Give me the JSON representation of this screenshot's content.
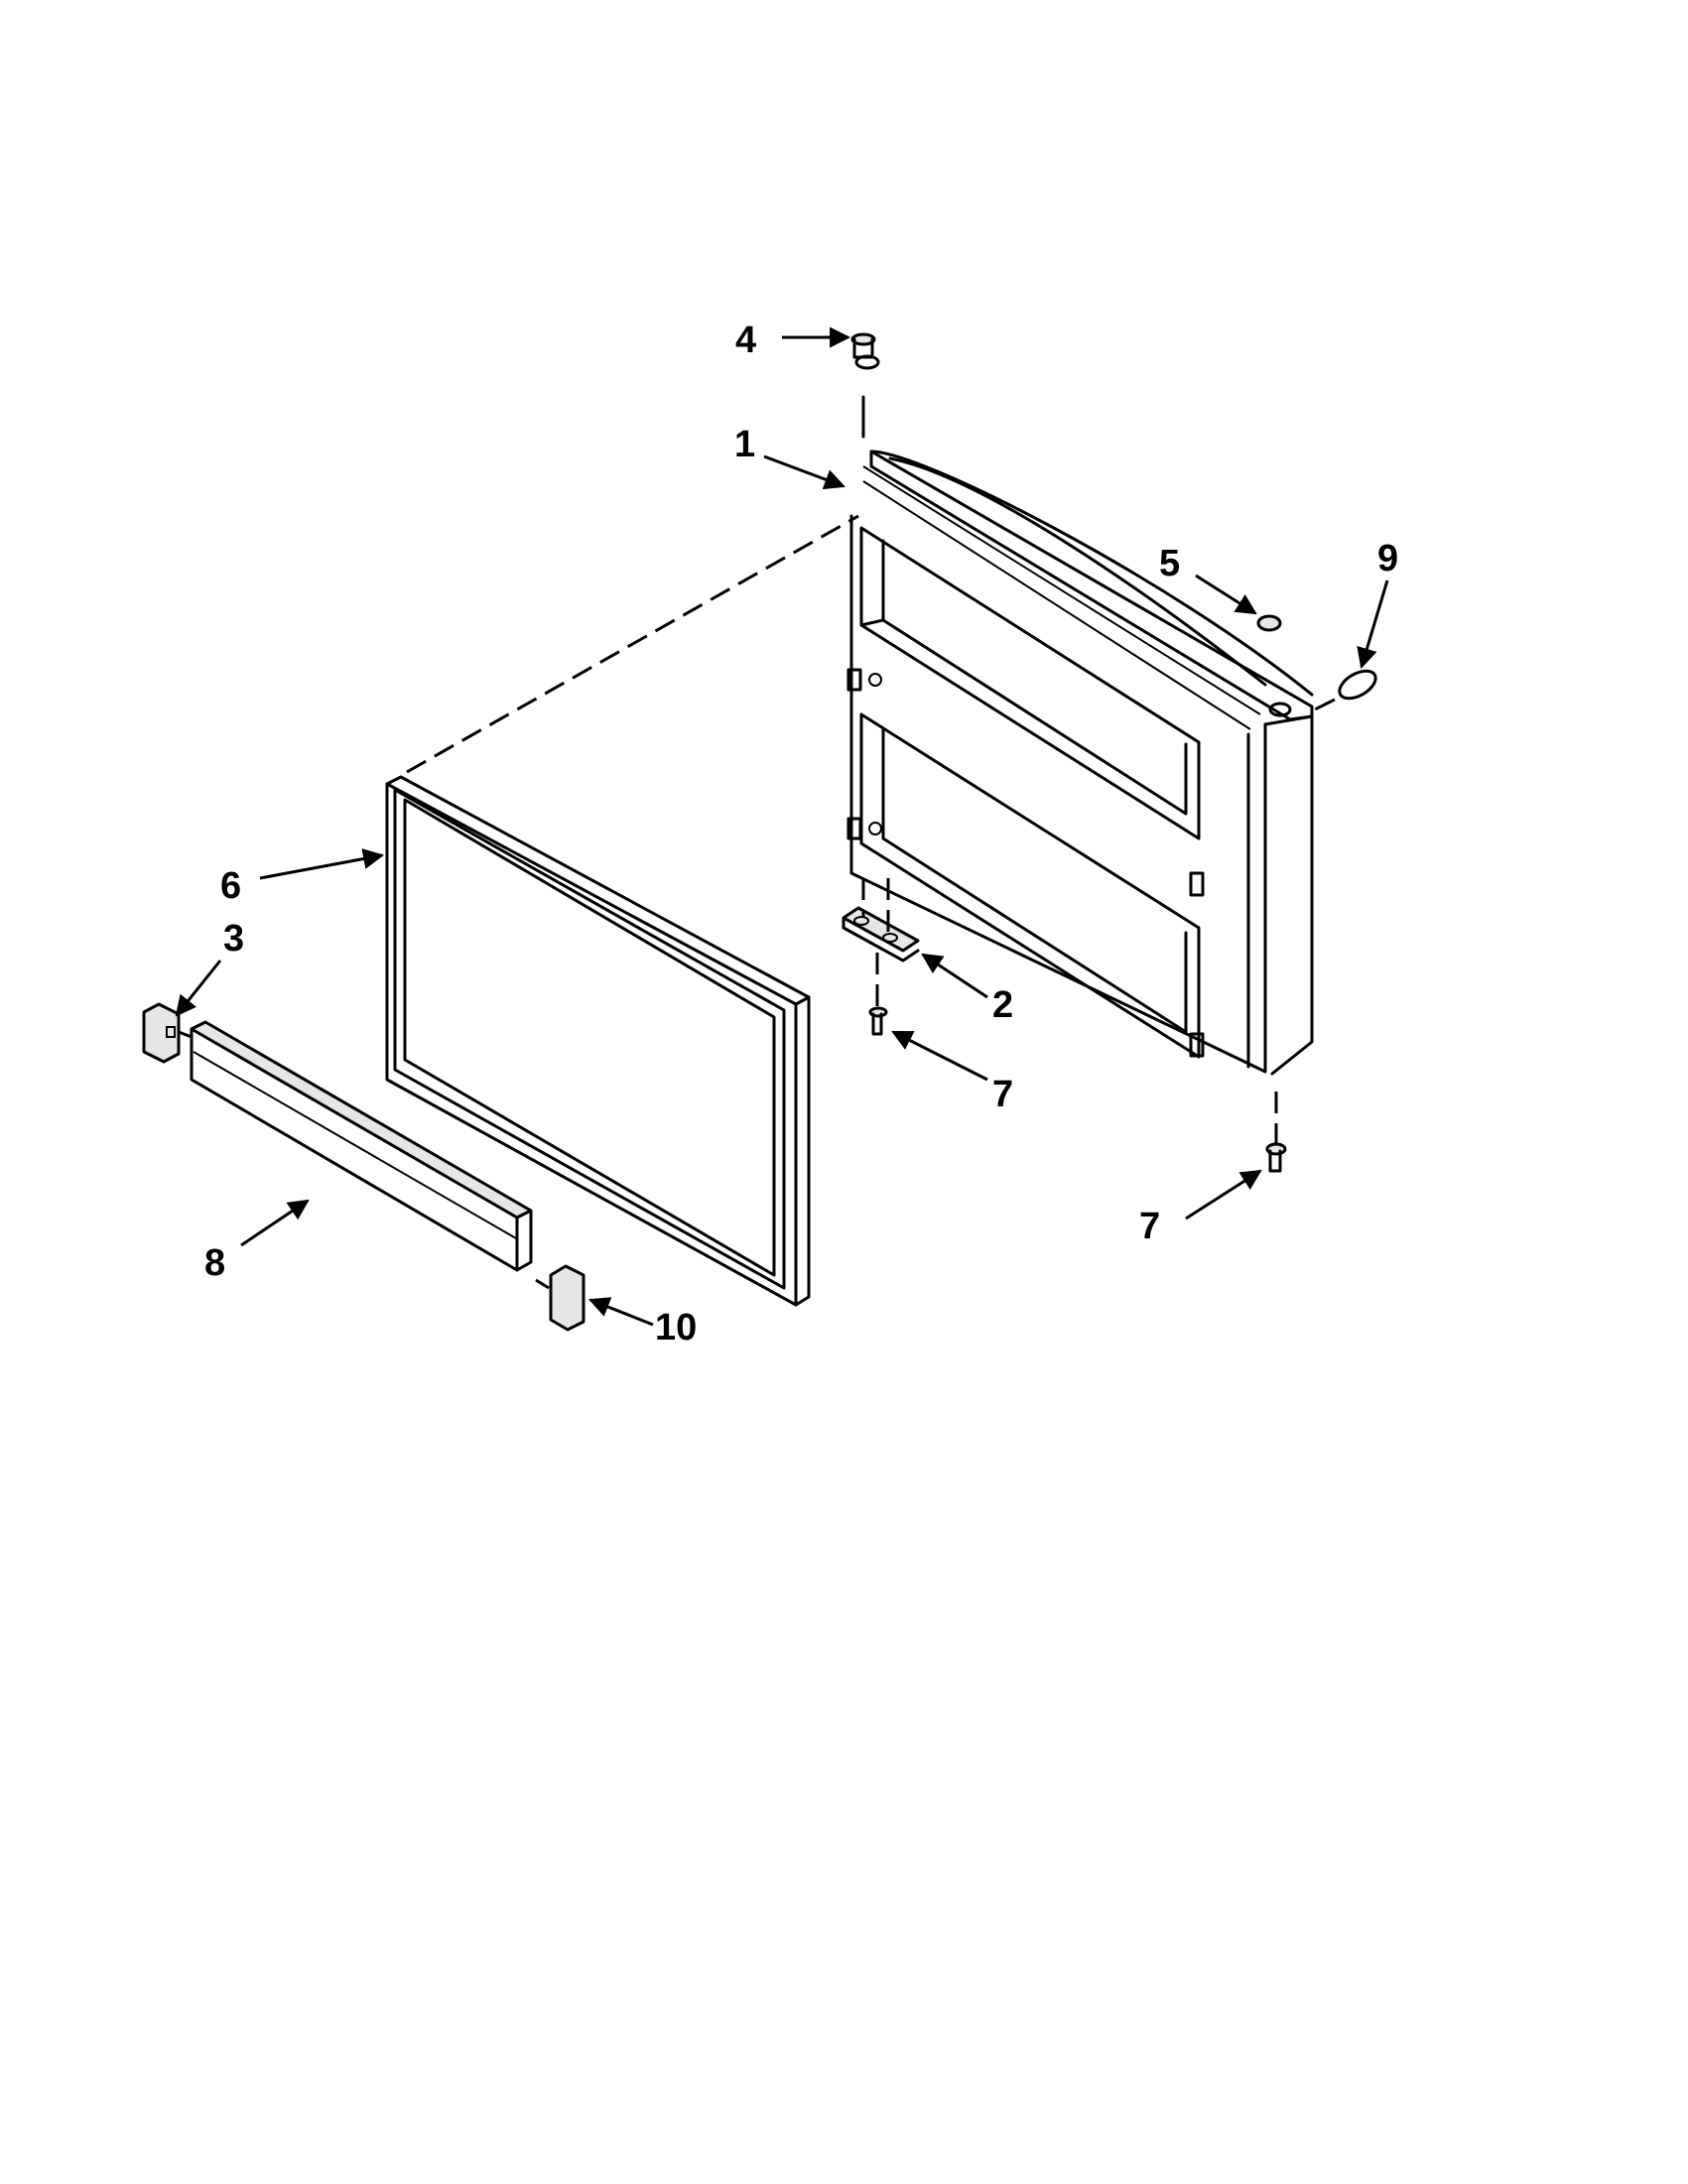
{
  "diagram": {
    "callouts": [
      {
        "id": "c4",
        "label": "4"
      },
      {
        "id": "c1",
        "label": "1"
      },
      {
        "id": "c5",
        "label": "5"
      },
      {
        "id": "c9",
        "label": "9"
      },
      {
        "id": "c6",
        "label": "6"
      },
      {
        "id": "c3",
        "label": "3"
      },
      {
        "id": "c2",
        "label": "2"
      },
      {
        "id": "c7a",
        "label": "7"
      },
      {
        "id": "c7b",
        "label": "7"
      },
      {
        "id": "c8",
        "label": "8"
      },
      {
        "id": "c10",
        "label": "10"
      }
    ]
  }
}
